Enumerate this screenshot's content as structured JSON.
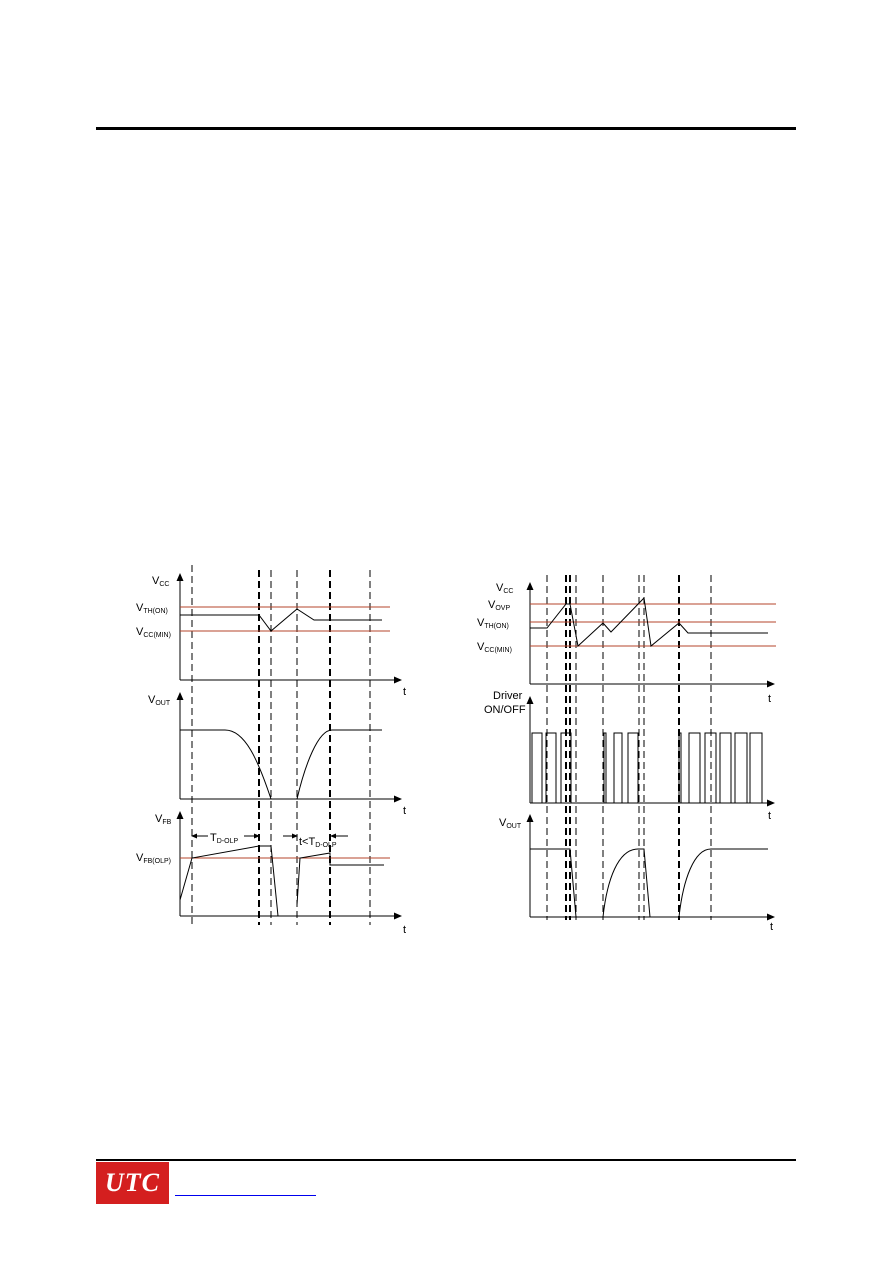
{
  "left_diagram": {
    "vcc_label": {
      "main": "V",
      "sub": "CC"
    },
    "vth_on_label": {
      "main": "V",
      "sub": "TH(ON)"
    },
    "vcc_min_label": {
      "main": "V",
      "sub": "CC(MIN)"
    },
    "vout_label": {
      "main": "V",
      "sub": "OUT"
    },
    "vfb_label": {
      "main": "V",
      "sub": "FB"
    },
    "vfb_olp_label": {
      "main": "V",
      "sub": "FB(OLP)"
    },
    "td_olp_label": {
      "main": "T",
      "sub": "D-OLP"
    },
    "t_less_label": {
      "main": "t<T",
      "sub": "D-OLP"
    },
    "t_axis": "t"
  },
  "right_diagram": {
    "vcc_label": {
      "main": "V",
      "sub": "CC"
    },
    "vovp_label": {
      "main": "V",
      "sub": "OVP"
    },
    "vth_on_label": {
      "main": "V",
      "sub": "TH(ON)"
    },
    "vcc_min_label": {
      "main": "V",
      "sub": "CC(MIN)"
    },
    "driver_label_1": "Driver",
    "driver_label_2": "ON/OFF",
    "vout_label": {
      "main": "V",
      "sub": "OUT"
    },
    "t_axis": "t"
  },
  "footer": {
    "logo_text": "UTC"
  },
  "colors": {
    "threshold_line": "#b5452b",
    "logo_bg": "#d41f1f",
    "link": "#0000ee"
  }
}
